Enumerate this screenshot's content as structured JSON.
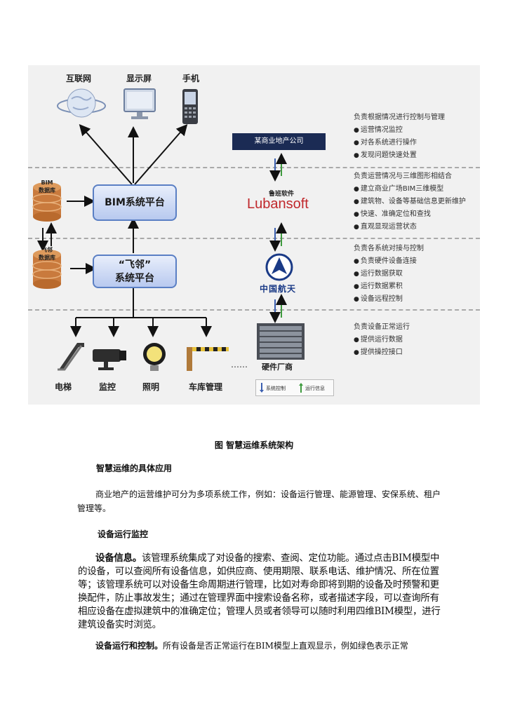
{
  "diagram": {
    "top_labels": [
      "互联网",
      "显示屏",
      "手机"
    ],
    "company": "某商业地产公司",
    "bim_platform": "BIM系统平台",
    "feilin_platform_line1": "“飞邻”",
    "feilin_platform_line2": "系统平台",
    "bim_db_line1": "BIM",
    "bim_db_line2": "数据库",
    "feilin_db_line1": "飞邻",
    "feilin_db_line2": "数据库",
    "luban_cn": "鲁班软件",
    "luban_en": "Lubansoft",
    "casc": "中国航天",
    "devices": [
      "电梯",
      "监控",
      "照明",
      "车库管理"
    ],
    "dots": "……",
    "hardware": "硬件厂商",
    "legend": [
      "系统控制",
      "运行信息"
    ],
    "info_groups": [
      {
        "title": "负责根据情况进行控制与管理",
        "items": [
          "运营情况监控",
          "对各系统进行操作",
          "发现问题快速处置"
        ]
      },
      {
        "title": "负责运营情况与三维图形相结合",
        "items": [
          "建立商业广场BIM三维模型",
          "建筑物、设备等基础信息更新维护",
          "快速、准确定位和查找",
          "直观显现运营状态"
        ]
      },
      {
        "title": "负责各系统对接与控制",
        "items": [
          "负责硬件设备连接",
          "运行数据获取",
          "运行数据累积",
          "设备远程控制"
        ]
      },
      {
        "title": "负责设备正常运行",
        "items": [
          "提供运行数据",
          "提供操控接口"
        ]
      }
    ]
  },
  "caption": "图 智慧运维系统架构",
  "heading1": "智慧运维的具体应用",
  "para1": "商业地产的运营维护可分为多项系统工作，例如：设备运行管理、能源管理、安保系统、租户管理等。",
  "heading2": "设备运行监控",
  "para2_bold": "设备信息。",
  "para2_text": "该管理系统集成了对设备的搜索、查阅、定位功能。通过点击BIM模型中的设备，可以查阅所有设备信息，如供应商、使用期限、联系电话、维护情况、所在位置等；该管理系统可以对设备生命周期进行管理，比如对寿命即将到期的设备及时预警和更换配件，防止事故发生；通过在管理界面中搜索设备名称，或者描述字段，可以查询所有相应设备在虚拟建筑中的准确定位；管理人员或者领导可以随时利用四维BIM模型，进行建筑设备实时浏览。",
  "para3_bold": "设备运行和控制。",
  "para3_text": "所有设备是否正常运行在BIM模型上直观显示，例如绿色表示正常"
}
